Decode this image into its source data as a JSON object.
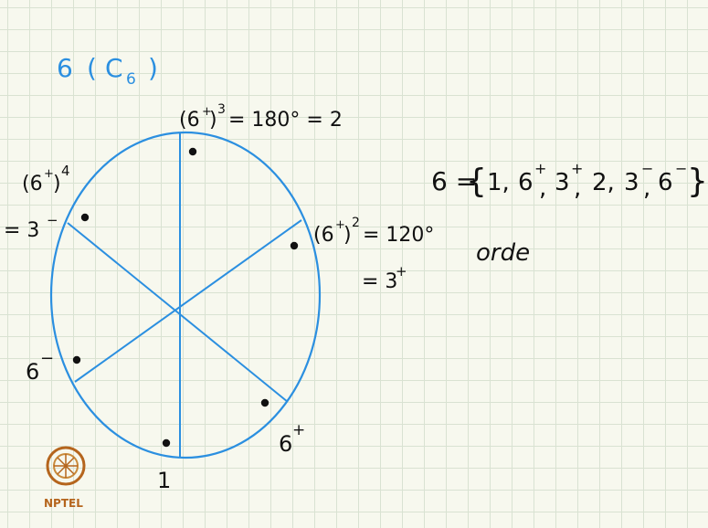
{
  "heading": {
    "main": "6",
    "paren_open": "(",
    "c": "C",
    "c_sub": "6",
    "paren_close": ")"
  },
  "labels": {
    "top_base": "(6",
    "top_sup_plus": "+",
    "top_close": ")",
    "top_exp": "3",
    "top_rest": "= 180° = 2",
    "upper_left_base": "(6",
    "upper_left_sup_plus": "+",
    "upper_left_close": ")",
    "upper_left_exp": "4",
    "upper_left_eq": "= 3",
    "upper_left_eq_sup": "−",
    "right_base": "(6",
    "right_sup_plus": "+",
    "right_close": ")",
    "right_exp": "2",
    "right_rest": "= 120°",
    "right_eq": "= 3",
    "right_eq_sup": "+",
    "left_base": "6",
    "left_sup": "−",
    "lower_right_base": "6",
    "lower_right_sup": "+",
    "bottom": "1"
  },
  "group_set": {
    "lhs": "6 =",
    "lbrace": "{",
    "e1": "1,",
    "e2": "6",
    "e2_sup": "+",
    "e2_comma": ",",
    "e3": "3",
    "e3_sup": "+",
    "e3_comma": ",",
    "e4": "2,",
    "e5": "3",
    "e5_sup": "−",
    "e5_comma": ",",
    "e6": "6",
    "e6_sup": "−",
    "rbrace": "}"
  },
  "partial_word": "orde",
  "logo": {
    "text": "NPTEL"
  },
  "colors": {
    "ink": "#111111",
    "blue": "#2b8fe0",
    "grid": "#d9e2d2",
    "paper": "#f7f8ee",
    "logo": "#b5651d"
  }
}
